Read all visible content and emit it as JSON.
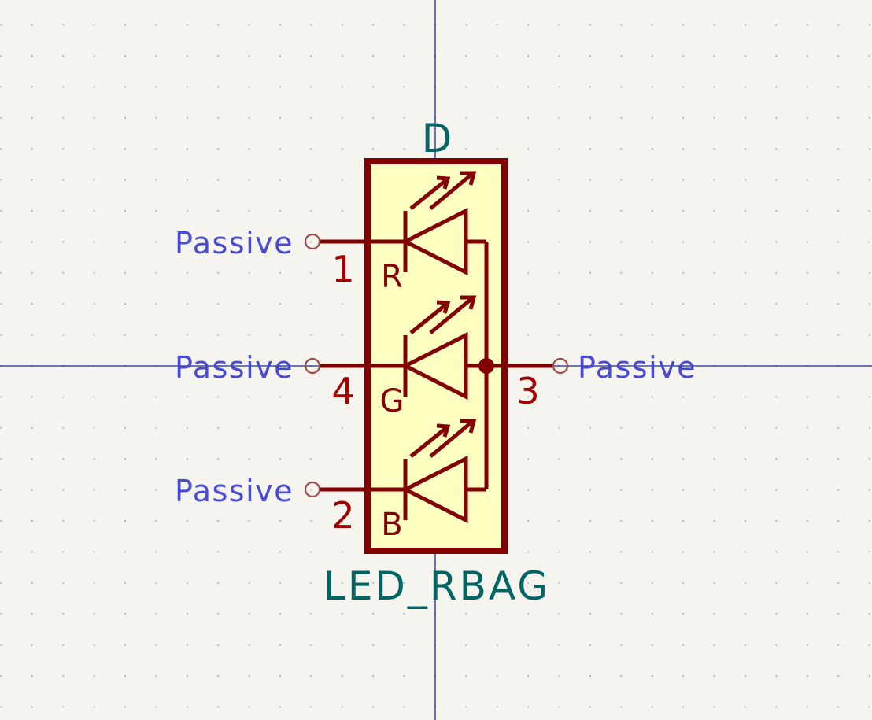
{
  "symbol": {
    "reference": "D",
    "value": "LED_RBAG"
  },
  "pins": [
    {
      "number": "1",
      "label": "R",
      "type": "Passive"
    },
    {
      "number": "4",
      "label": "G",
      "type": "Passive"
    },
    {
      "number": "2",
      "label": "B",
      "type": "Passive"
    },
    {
      "number": "3",
      "label": "",
      "type": "Passive"
    }
  ],
  "colors": {
    "background": "#f5f4ef",
    "grid_dot": "#b8b8b8",
    "axis": "#1f2a8f",
    "symbol_outline": "#840000",
    "symbol_fill": "#ffffc2",
    "pin_number": "#a30000",
    "pin_type": "#4a4ad8",
    "field_text": "#006565"
  }
}
